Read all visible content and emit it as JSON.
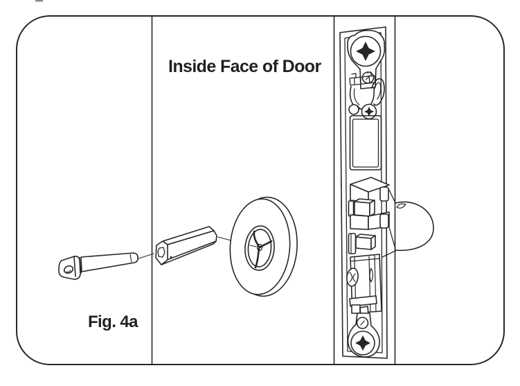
{
  "figure": {
    "title_label": "Inside Face of Door",
    "caption": "Fig. 4a"
  },
  "colors": {
    "line": "#262626",
    "text": "#231f20",
    "background": "#ffffff"
  },
  "parts": {
    "pin": "thumbturn-mounting-screw",
    "spindle": "hex-spindle",
    "rose": "thumbturn-rose",
    "lock": "mortise-lock-door-edge"
  }
}
